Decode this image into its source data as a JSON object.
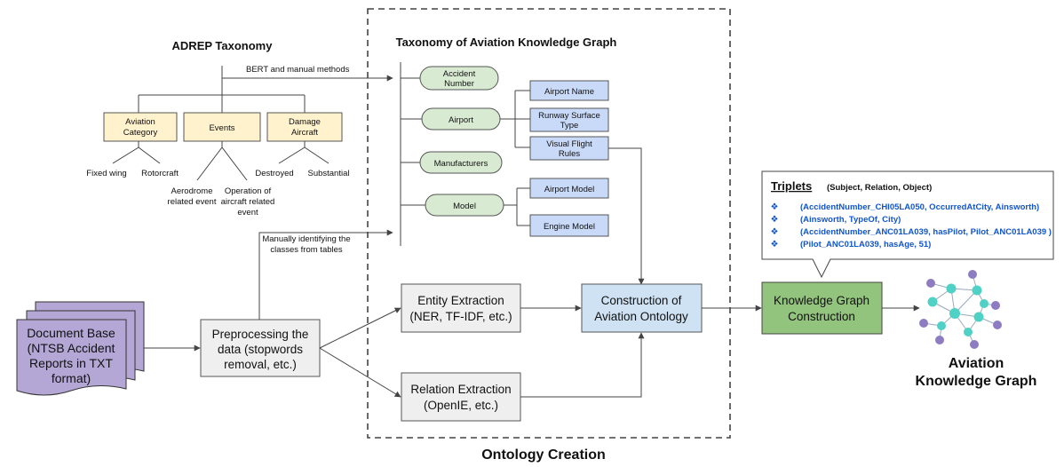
{
  "adrep": {
    "title": "ADREP Taxonomy",
    "method_label": "BERT and manual methods",
    "categories": [
      {
        "label": [
          "Aviation",
          "Category"
        ],
        "children": [
          "Fixed wing",
          "Rotorcraft"
        ]
      },
      {
        "label": [
          "Events"
        ],
        "children": [
          [
            "Aerodrome",
            "related event"
          ],
          [
            "Operation of",
            "aircraft related",
            "event"
          ]
        ]
      },
      {
        "label": [
          "Damage",
          "Aircraft"
        ],
        "children": [
          "Destroyed",
          "Substantial"
        ]
      }
    ]
  },
  "akg_taxonomy": {
    "title": "Taxonomy of Aviation Knowledge Graph",
    "classes": [
      {
        "label": [
          "Accident",
          "Number"
        ],
        "props": []
      },
      {
        "label": [
          "Airport"
        ],
        "props": [
          [
            "Airport Name"
          ],
          [
            "Runway Surface",
            "Type"
          ],
          [
            "Visual Flight",
            "Rules"
          ]
        ]
      },
      {
        "label": [
          "Manufacturers"
        ],
        "props": []
      },
      {
        "label": [
          "Model"
        ],
        "props": [
          [
            "Airport Model"
          ],
          [
            "Engine Model"
          ]
        ]
      }
    ]
  },
  "manual_label": [
    "Manually identifying the",
    "classes from tables"
  ],
  "document_base": [
    "Document Base",
    "(NTSB Accident",
    "Reports in TXT",
    "format)"
  ],
  "preprocessing": [
    "Preprocessing the",
    "data (stopwords",
    "removal, etc.)"
  ],
  "entity_extraction": [
    "Entity Extraction",
    "(NER, TF-IDF, etc.)"
  ],
  "relation_extraction": [
    "Relation Extraction",
    "(OpenIE, etc.)"
  ],
  "construction_ontology": [
    "Construction of",
    "Aviation Ontology"
  ],
  "kg_construction": [
    "Knowledge Graph",
    "Construction"
  ],
  "ontology_creation": "Ontology Creation",
  "aviation_kg": [
    "Aviation",
    "Knowledge Graph"
  ],
  "triplets": {
    "title": "Triplets",
    "subtitle": "(Subject, Relation, Object)",
    "items": [
      "(AccidentNumber_CHI05LA050, OccurredAtCity, Ainsworth)",
      "(Ainsworth, TypeOf, City)",
      "(AccidentNumber_ANC01LA039, hasPilot, Pilot_ANC01LA039 )",
      "(Pilot_ANC01LA039, hasAge, 51)"
    ]
  },
  "colors": {
    "orange_box": "#fff2cc",
    "blue_box": "#c9daf8",
    "pill_green": "#d9ead3",
    "gray_box": "#efefef",
    "kg_green": "#93c47d",
    "doc_purple": "#b4a7d6",
    "node_purple": "#8e7cc3",
    "node_teal": "#4fd1c5",
    "triplet_blue": "#1155cc"
  }
}
